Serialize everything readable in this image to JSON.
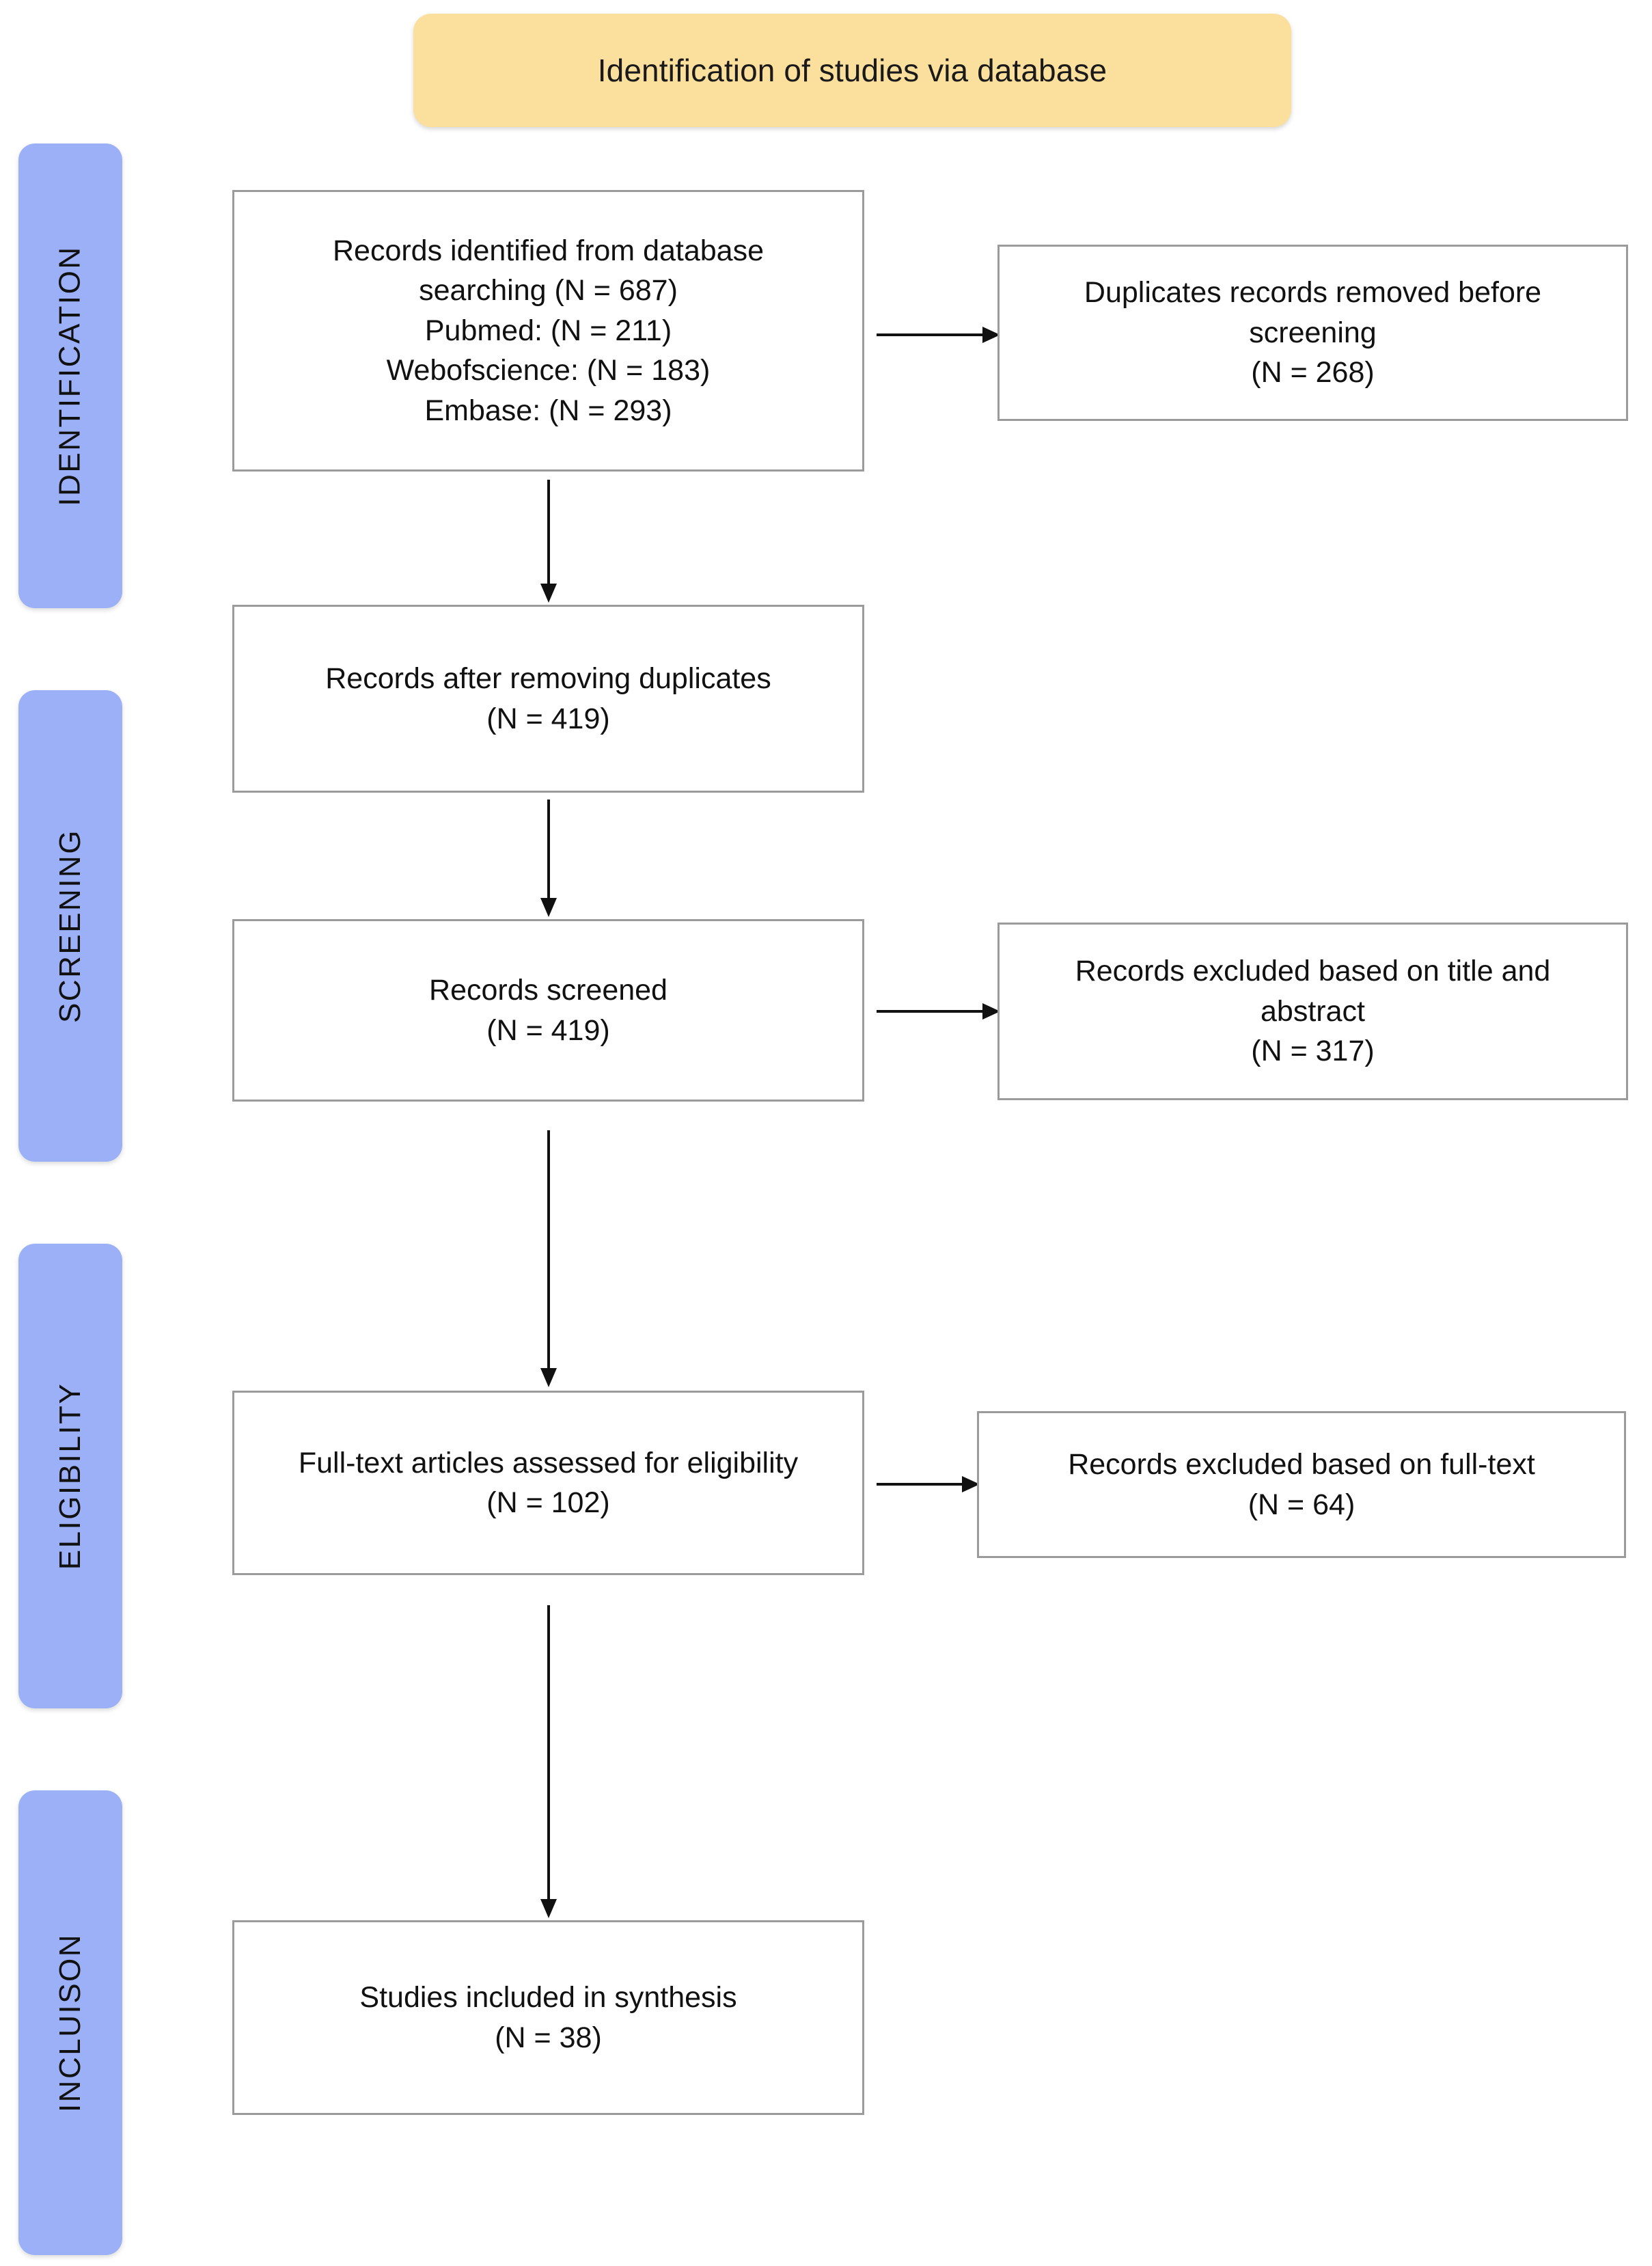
{
  "diagram": {
    "kind": "PRISMA flow diagram",
    "header": {
      "label": "Identification of studies via database",
      "color": "#fbdf9d"
    },
    "stage_bar_color": "#9cb0f7",
    "stages": [
      {
        "id": "identification",
        "label": "IDENTIFICATION"
      },
      {
        "id": "screening",
        "label": "SCREENING"
      },
      {
        "id": "eligibility",
        "label": "ELIGIBILITY"
      },
      {
        "id": "inclusion",
        "label": "INCLUISON"
      }
    ],
    "boxes": {
      "identified": {
        "id": "records-identified",
        "text": "Records identified from database\nsearching (N = 687)\nPubmed: (N = 211)\nWebofscience: (N = 183)\nEmbase: (N = 293)"
      },
      "duplicates_removed": {
        "id": "duplicates-removed",
        "text": "Duplicates records removed before\nscreening\n(N = 268)"
      },
      "after_duplicates": {
        "id": "records-after-duplicates",
        "text": "Records after removing duplicates\n(N = 419)"
      },
      "screened": {
        "id": "records-screened",
        "text": "Records screened\n(N = 419)"
      },
      "excluded_title_abstract": {
        "id": "excluded-title-abstract",
        "text": "Records excluded based on title and\nabstract\n(N = 317)"
      },
      "fulltext_assessed": {
        "id": "fulltext-assessed",
        "text": "Full-text articles assessed for eligibility\n(N = 102)"
      },
      "excluded_fulltext": {
        "id": "excluded-fulltext",
        "text": "Records excluded based on full-text\n(N = 64)"
      },
      "included": {
        "id": "studies-included",
        "text": "Studies included in synthesis\n(N = 38)"
      }
    },
    "counts": {
      "identified_total": 687,
      "pubmed": 211,
      "webofscience": 183,
      "embase": 293,
      "duplicates_removed": 268,
      "after_duplicates": 419,
      "screened": 419,
      "excluded_title_abstract": 317,
      "fulltext_assessed": 102,
      "excluded_fulltext": 64,
      "included": 38
    }
  }
}
